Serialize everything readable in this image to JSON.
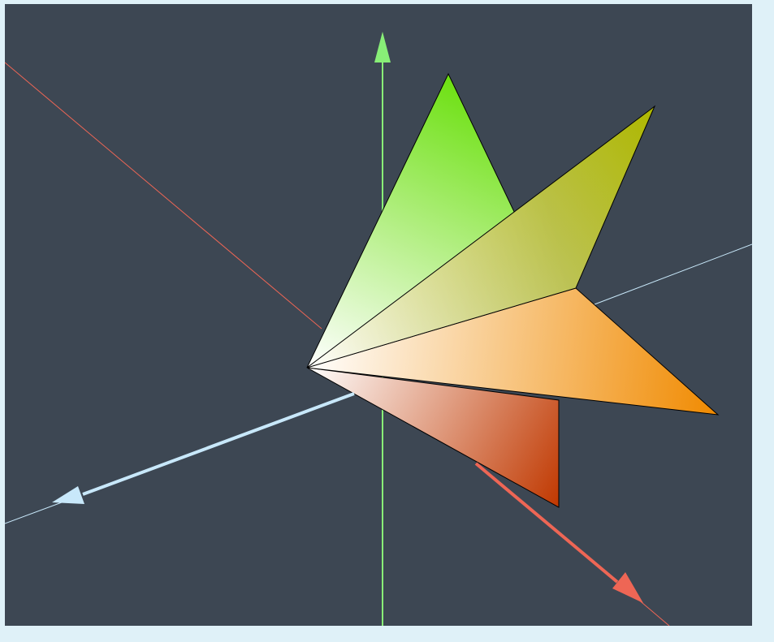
{
  "viewport": {
    "background": "#3d4753",
    "page_background": "#dff1f8"
  },
  "axes": [
    {
      "name": "x-axis",
      "color": "#ee6655",
      "has_arrow": true
    },
    {
      "name": "y-axis",
      "color": "#88ee77",
      "has_arrow": true
    },
    {
      "name": "z-axis",
      "color": "#c8e8fa",
      "has_arrow": true
    }
  ],
  "fan_blades": [
    {
      "name": "fan-blade-red",
      "tip_color": "#c03800"
    },
    {
      "name": "fan-blade-orange",
      "tip_color": "#f08a00"
    },
    {
      "name": "fan-blade-yellow",
      "tip_color": "#d4e000"
    },
    {
      "name": "fan-blade-green",
      "tip_color": "#6ce010"
    }
  ],
  "fan_hub_color": "#ffffff",
  "edge_color": "#000000"
}
